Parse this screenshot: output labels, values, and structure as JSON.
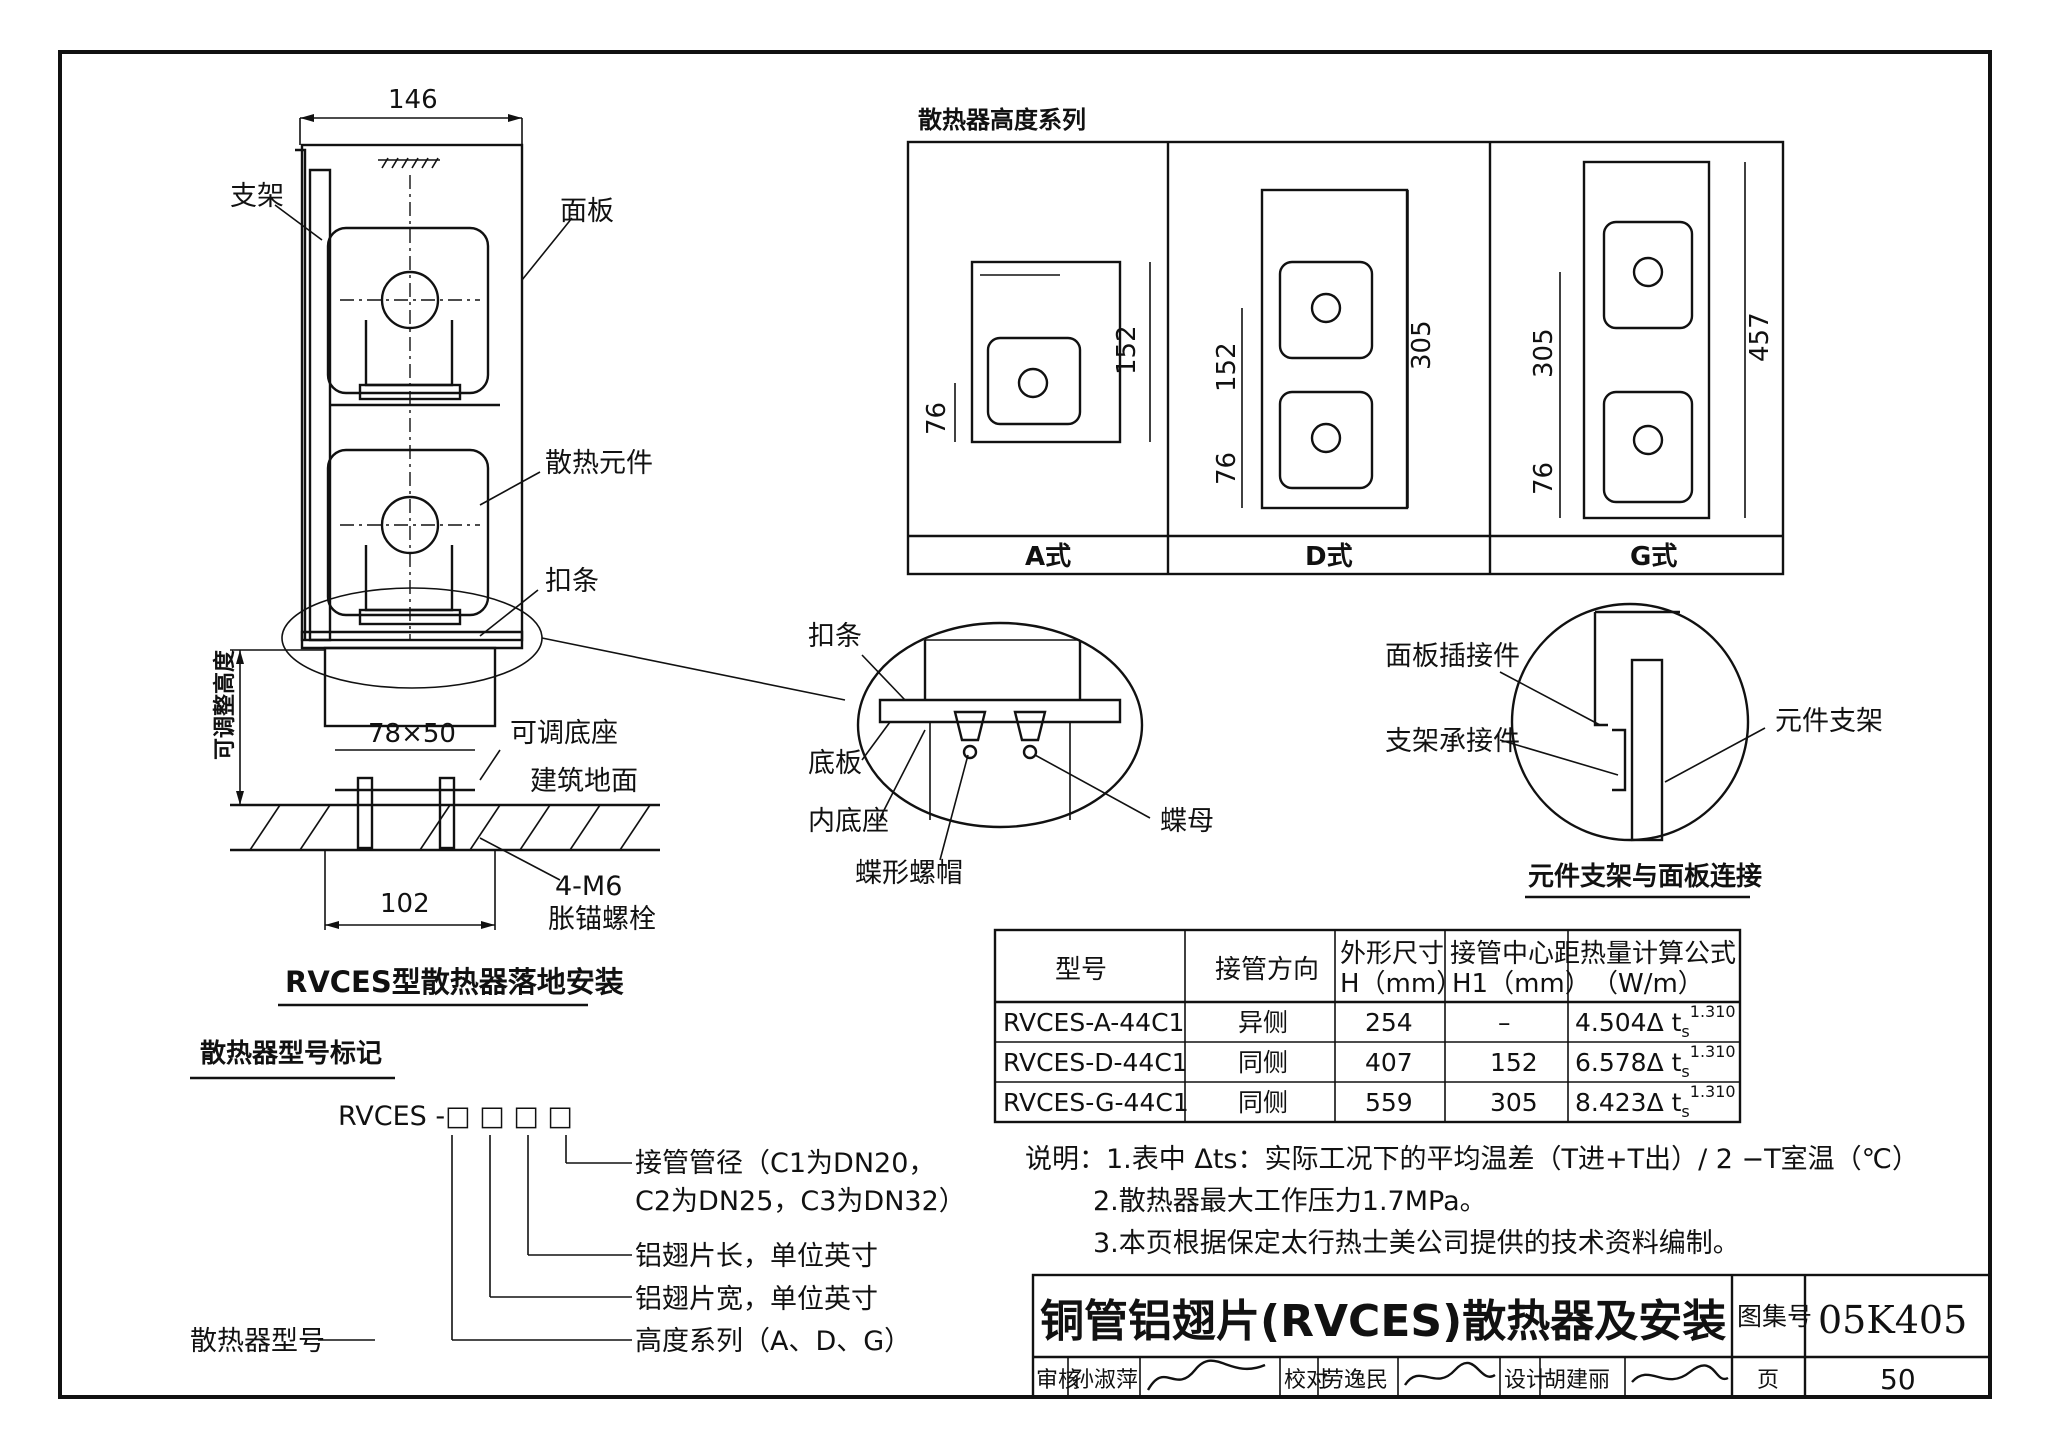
{
  "main_drawing": {
    "dim_width_top": "146",
    "dim_base_width": "102",
    "dim_hole": "78×50",
    "label_bracket": "支架",
    "label_panel": "面板",
    "label_element": "散热元件",
    "label_clip": "扣条",
    "label_adj_base": "可调底座",
    "label_floor": "建筑地面",
    "label_bolt_spec": "4-M6",
    "label_bolt": "胀锚螺栓",
    "label_adj_height": "可调整高度",
    "caption": "RVCES型散热器落地安装"
  },
  "height_series": {
    "title": "散热器高度系列",
    "a": {
      "label": "A式",
      "dim_76": "76",
      "dim_152": "152"
    },
    "d": {
      "label": "D式",
      "dim_76": "76",
      "dim_152": "152",
      "dim_305": "305"
    },
    "g": {
      "label": "G式",
      "dim_76": "76",
      "dim_305": "305",
      "dim_457": "457"
    }
  },
  "detail_base": {
    "label_clip": "扣条",
    "label_bottom_plate": "底板",
    "label_inner_base": "内底座",
    "label_wing_screw": "蝶形螺帽",
    "label_wing_nut": "蝶母"
  },
  "detail_connect": {
    "label_panel_plug": "面板插接件",
    "label_bracket_conn": "支架承接件",
    "label_elem_bracket": "元件支架",
    "caption": "元件支架与面板连接"
  },
  "table": {
    "headers": {
      "model": "型号",
      "direction": "接管方向",
      "size_1": "外形尺寸",
      "size_2": "H（mm）",
      "center_1": "接管中心距",
      "center_2": "H1（mm）",
      "formula_1": "热量计算公式",
      "formula_2": "（W/m）"
    },
    "rows": [
      {
        "model": "RVCES-A-44C1",
        "direction": "异侧",
        "h": "254",
        "h1": "–",
        "formula": "4.504Δ t",
        "sub": "s",
        "exp": "1.310"
      },
      {
        "model": "RVCES-D-44C1",
        "direction": "同侧",
        "h": "407",
        "h1": "152",
        "formula": "6.578Δ t",
        "sub": "s",
        "exp": "1.310"
      },
      {
        "model": "RVCES-G-44C1",
        "direction": "同侧",
        "h": "559",
        "h1": "305",
        "formula": "8.423Δ t",
        "sub": "s",
        "exp": "1.310"
      }
    ]
  },
  "notes": {
    "n1": "说明：1.表中 Δts：实际工况下的平均温差（T进+T出）/ 2 −T室温（℃）",
    "n2": "2.散热器最大工作压力1.7MPa。",
    "n3": "3.本页根据保定太行热士美公司提供的技术资料编制。"
  },
  "model_code": {
    "title": "散热器型号标记",
    "code": "RVCES -□ □ □ □",
    "l1": "接管管径（C1为DN20，",
    "l1b": "C2为DN25，C3为DN32）",
    "l2": "铝翅片长，单位英寸",
    "l3": "铝翅片宽，单位英寸",
    "l4": "高度系列（A、D、G）",
    "l5": "散热器型号"
  },
  "title_block": {
    "title": "铜管铝翅片(RVCES)散热器及安装",
    "atlas_label": "图集号",
    "atlas_no": "05K405",
    "review": "审核",
    "reviewer": "孙淑萍",
    "check": "校对",
    "checker": "劳逸民",
    "design": "设计",
    "designer": "胡建丽",
    "page_label": "页",
    "page_no": "50"
  }
}
